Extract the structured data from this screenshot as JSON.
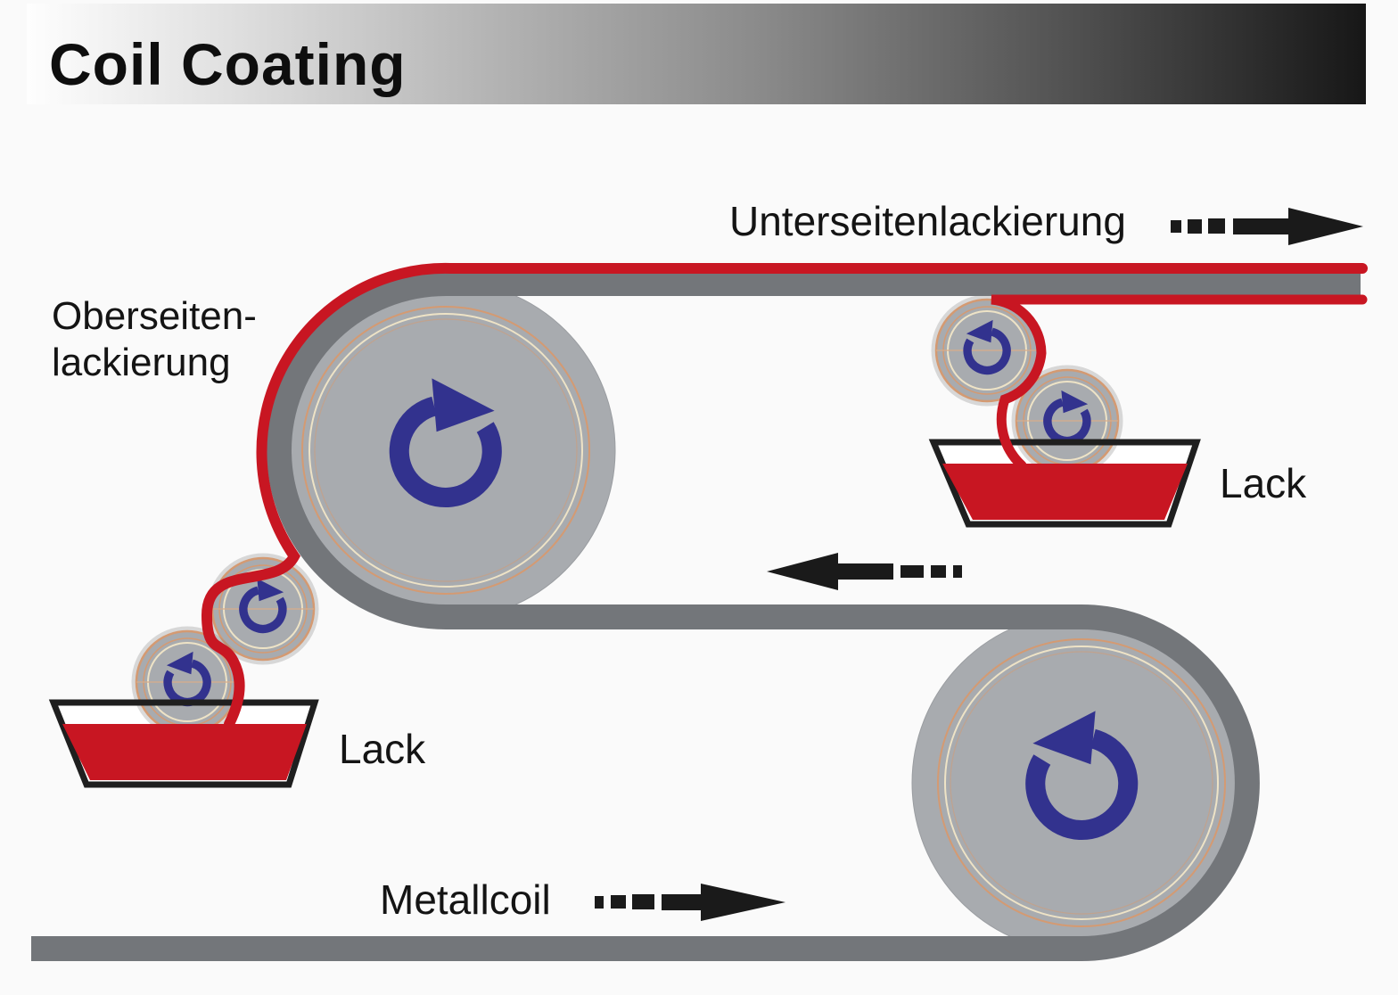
{
  "title": "Coil Coating",
  "labels": {
    "top_process": "Unterseitenlackierung",
    "left_process_line1": "Oberseiten-",
    "left_process_line2": "lackierung",
    "lack_left": "Lack",
    "lack_right": "Lack",
    "metal_coil": "Metallcoil"
  },
  "icons": {
    "rotation_clockwise": "clockwise-rotation-icon",
    "rotation_counterclockwise": "counterclockwise-rotation-icon",
    "direction_right": "dashed-arrow-right-icon",
    "direction_left": "dashed-arrow-left-icon"
  },
  "colors": {
    "red": "#c81622",
    "strip-gray": "#73767a",
    "roller-gray": "#a8abaf",
    "blue": "#32328e",
    "ring-orange": "#d49a72",
    "ring-cream": "#eee3c6",
    "tray-outline": "#1f1f1f",
    "arrow-black": "#1a1a1a",
    "text": "#141414",
    "background": "#fafafa"
  }
}
